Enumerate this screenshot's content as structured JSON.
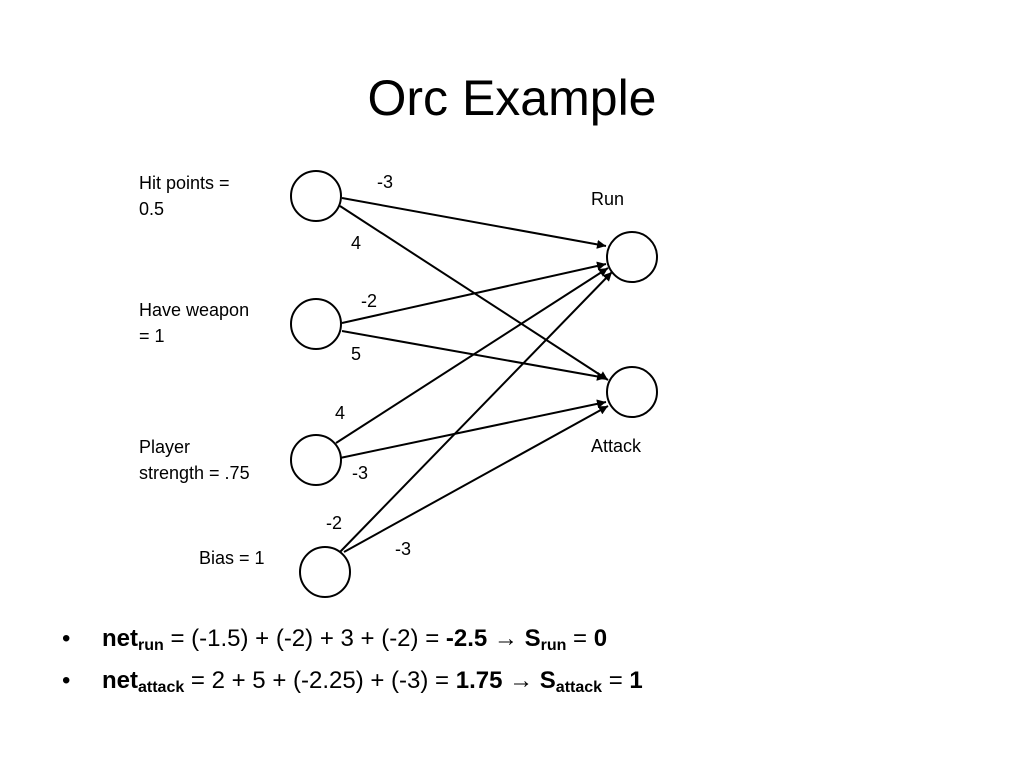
{
  "title": "Orc Example",
  "inputs": {
    "hit_points": [
      "Hit points =",
      "0.5"
    ],
    "have_weapon": [
      "Have weapon",
      "= 1"
    ],
    "player_strength": [
      "Player",
      "strength = .75"
    ],
    "bias": "Bias = 1"
  },
  "outputs": {
    "run": "Run",
    "attack": "Attack"
  },
  "weights": {
    "hit_points_run": "-3",
    "hit_points_attack": "4",
    "weapon_run": "-2",
    "weapon_attack": "5",
    "strength_run": "4",
    "strength_attack": "-3",
    "bias_run": "-2",
    "bias_attack": "-3"
  },
  "bullets": {
    "run": {
      "net": "net",
      "net_sub": "run",
      "expr": " = (-1.5) + (-2) + 3 + (-2) = ",
      "result": "-2.5",
      "arrow": "→",
      "s": "S",
      "s_sub": "run",
      "eq": " = ",
      "s_val": "0"
    },
    "attack": {
      "net": "net",
      "net_sub": "attack",
      "expr": " = 2 + 5 + (-2.25) + (-3) = ",
      "result": "1.75",
      "arrow": "→",
      "s": "S",
      "s_sub": "attack",
      "eq": " = ",
      "s_val": "1"
    }
  }
}
